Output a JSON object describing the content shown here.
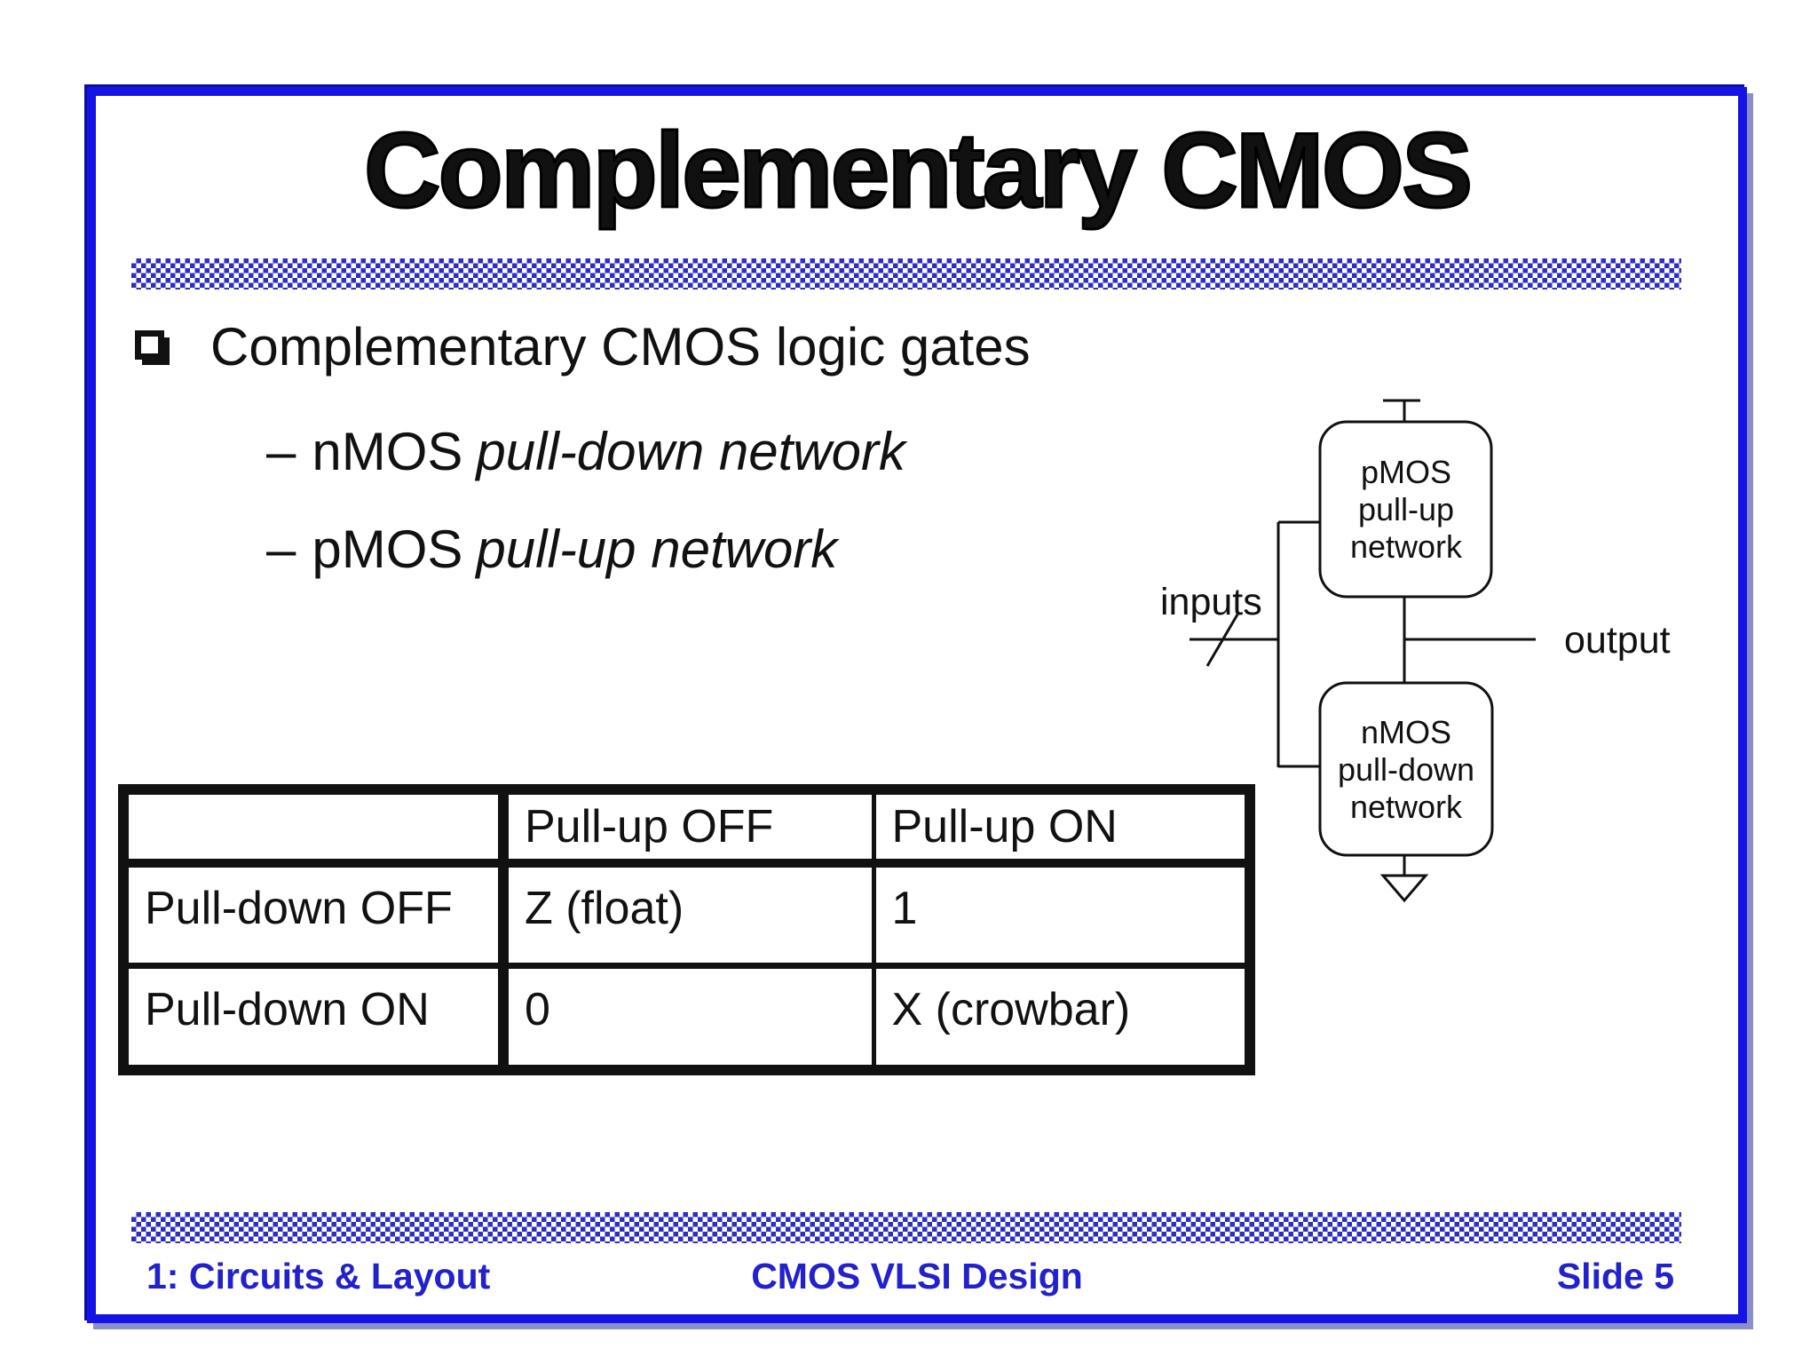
{
  "slide": {
    "title": "Complementary CMOS"
  },
  "bullets": {
    "main": "Complementary CMOS logic gates",
    "sub": [
      {
        "dash": "–",
        "name": "nMOS",
        "italic": "pull-down network"
      },
      {
        "dash": "–",
        "name": "pMOS",
        "italic": "pull-up network"
      }
    ]
  },
  "diagram": {
    "pullup": {
      "lines": [
        "pMOS",
        "pull-up",
        "network"
      ]
    },
    "pulldown": {
      "lines": [
        "nMOS",
        "pull-down",
        "network"
      ]
    },
    "inputs_label": "inputs",
    "output_label": "output"
  },
  "table": {
    "header": [
      "",
      "Pull-up OFF",
      "Pull-up ON"
    ],
    "rows": [
      [
        "Pull-down OFF",
        "Z (float)",
        "1"
      ],
      [
        "Pull-down ON",
        "0",
        "X (crowbar)"
      ]
    ]
  },
  "footer": {
    "left": "1: Circuits & Layout",
    "center": "CMOS VLSI Design",
    "right": "Slide 5"
  },
  "colors": {
    "border_blue": "#1414e6",
    "footer_blue": "#2121cd",
    "checker_blue": "#2e2ec4",
    "ink": "#111111"
  }
}
